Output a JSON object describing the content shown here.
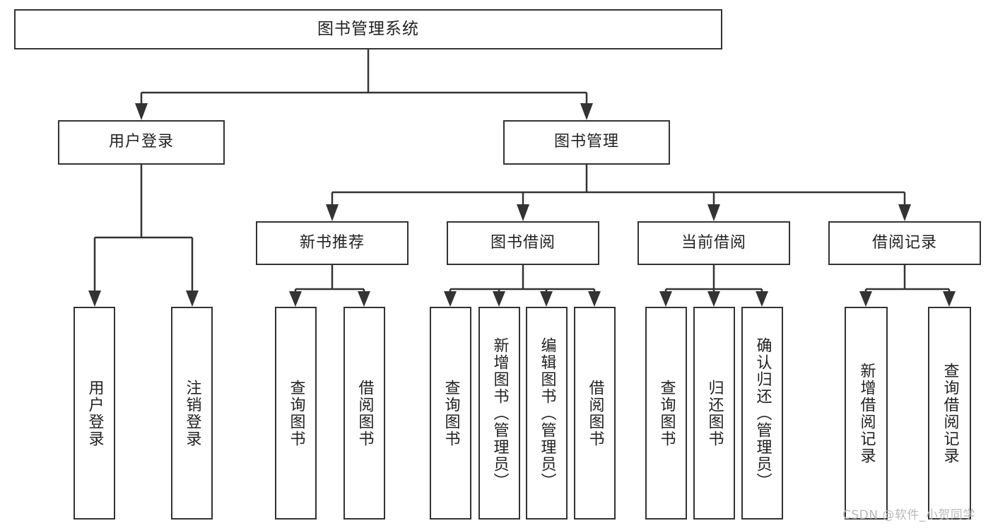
{
  "diagram": {
    "title": "图书管理系统",
    "type": "tree-hierarchy",
    "orientation": "top-down",
    "colors": {
      "stroke": "#333333",
      "box_fill": "#ffffff",
      "text": "#222222",
      "background": "#ffffff",
      "watermark": "#b9b9b9"
    },
    "root": {
      "label": "图书管理系统"
    },
    "level2": [
      {
        "id": "user-login",
        "label": "用户登录"
      },
      {
        "id": "book-manage",
        "label": "图书管理"
      }
    ],
    "level3": [
      {
        "id": "new-book-recommend",
        "label": "新书推荐"
      },
      {
        "id": "book-borrow",
        "label": "图书借阅"
      },
      {
        "id": "current-borrow",
        "label": "当前借阅"
      },
      {
        "id": "borrow-record",
        "label": "借阅记录"
      }
    ],
    "leaves": {
      "user_login": [
        {
          "id": "leaf-user-login",
          "label": "用户登录"
        },
        {
          "id": "leaf-logout-login",
          "label": "注销登录"
        }
      ],
      "new_book_recommend": [
        {
          "id": "leaf-query-book-1",
          "label": "查询图书"
        },
        {
          "id": "leaf-borrow-book-1",
          "label": "借阅图书"
        }
      ],
      "book_borrow": [
        {
          "id": "leaf-query-book-2",
          "label": "查询图书"
        },
        {
          "id": "leaf-add-book",
          "label": "新增图书（管理员）"
        },
        {
          "id": "leaf-edit-book",
          "label": "编辑图书（管理员）"
        },
        {
          "id": "leaf-borrow-book-2",
          "label": "借阅图书"
        }
      ],
      "current_borrow": [
        {
          "id": "leaf-query-book-3",
          "label": "查询图书"
        },
        {
          "id": "leaf-return-book",
          "label": "归还图书"
        },
        {
          "id": "leaf-confirm-return",
          "label": "确认归还（管理员）"
        }
      ],
      "borrow_record": [
        {
          "id": "leaf-add-record",
          "label": "新增借阅记录"
        },
        {
          "id": "leaf-query-record",
          "label": "查询借阅记录"
        }
      ]
    },
    "watermark": "CSDN @软件_小贺同学"
  }
}
